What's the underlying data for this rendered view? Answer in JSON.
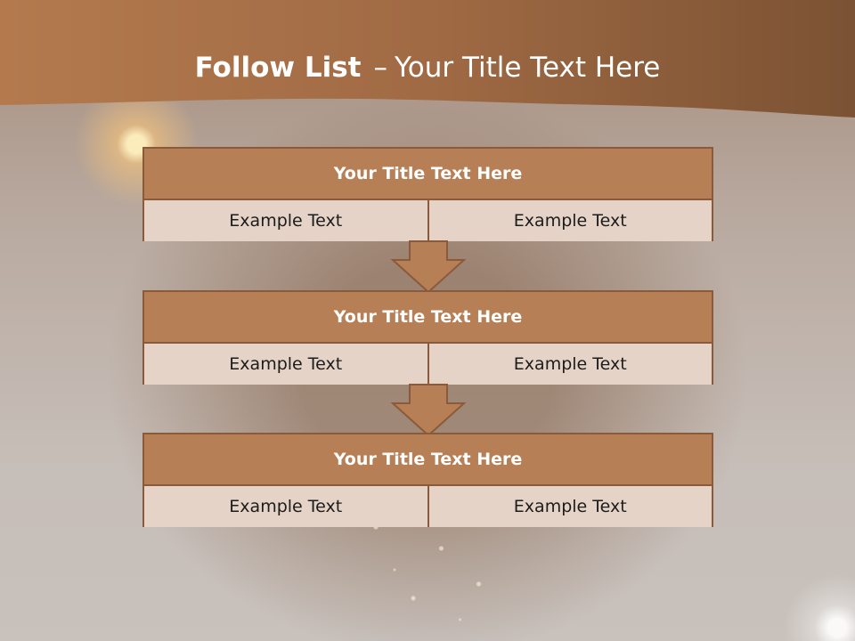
{
  "slide": {
    "title_bold": "Follow List",
    "title_sep": "–",
    "title_rest": "Your Title Text Here"
  },
  "blocks": [
    {
      "title": "Your Title Text Here",
      "left": "Example Text",
      "right": "Example Text"
    },
    {
      "title": "Your Title Text Here",
      "left": "Example Text",
      "right": "Example Text"
    },
    {
      "title": "Your Title Text Here",
      "left": "Example Text",
      "right": "Example Text"
    }
  ],
  "colors": {
    "header": "#b77f56",
    "cell": "#e6d3c8",
    "border": "#8a5a3a",
    "band": "#a36e47"
  }
}
